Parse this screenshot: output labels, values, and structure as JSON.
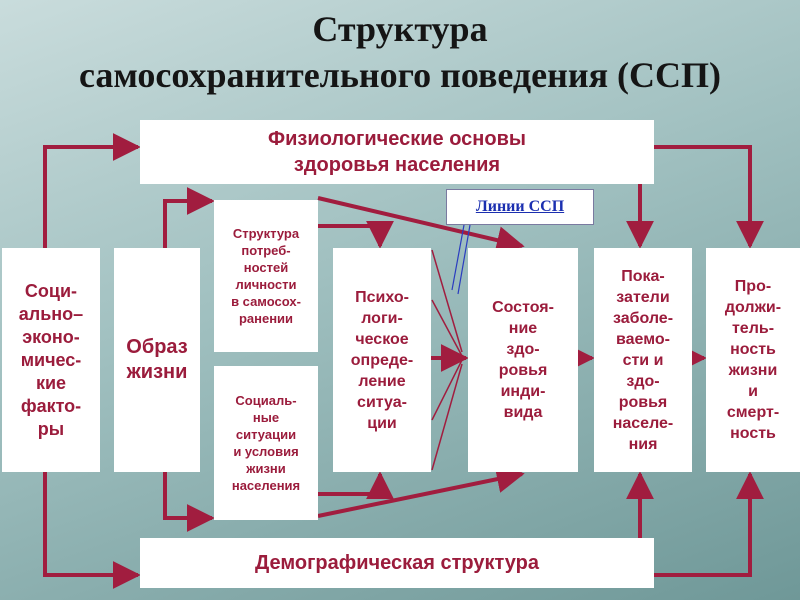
{
  "title": "Структура\nсамосохранительного поведения (ССП)",
  "boxes": {
    "physiology": "Физиологические основы\nздоровья населения",
    "demography": "Демографическая структура",
    "socioeconomic": "Соци-\nально–\nэконо-\nмичес-\nкие\nфакто-\nры",
    "lifestyle": "Образ\nжизни",
    "needs": "Структура\nпотреб-\nностей\nличности\nв самосох-\nранении",
    "situations": "Социаль-\nные\nситуации\nи условия\nжизни\nнаселения",
    "psychological": "Психо-\nлоги-\nческое\nопреде-\nление\nситуа-\nции",
    "health_state": "Состоя-\nние\nздо-\nровья\nинди-\nвида",
    "indicators": "Пока-\nзатели\nзаболе-\nваемо-\nсти и\nздо-\nровья\nнаселе-\nния",
    "longevity": "Про-\nдолжи-\nтель-\nность\nжизни\nи\nсмерт-\nность"
  },
  "legend": {
    "label": "Линии ССП"
  },
  "colors": {
    "line": "#a11d3f",
    "text": "#9b1c3c",
    "legend_line": "#2a3cc0",
    "background": "#9fbfbf"
  }
}
